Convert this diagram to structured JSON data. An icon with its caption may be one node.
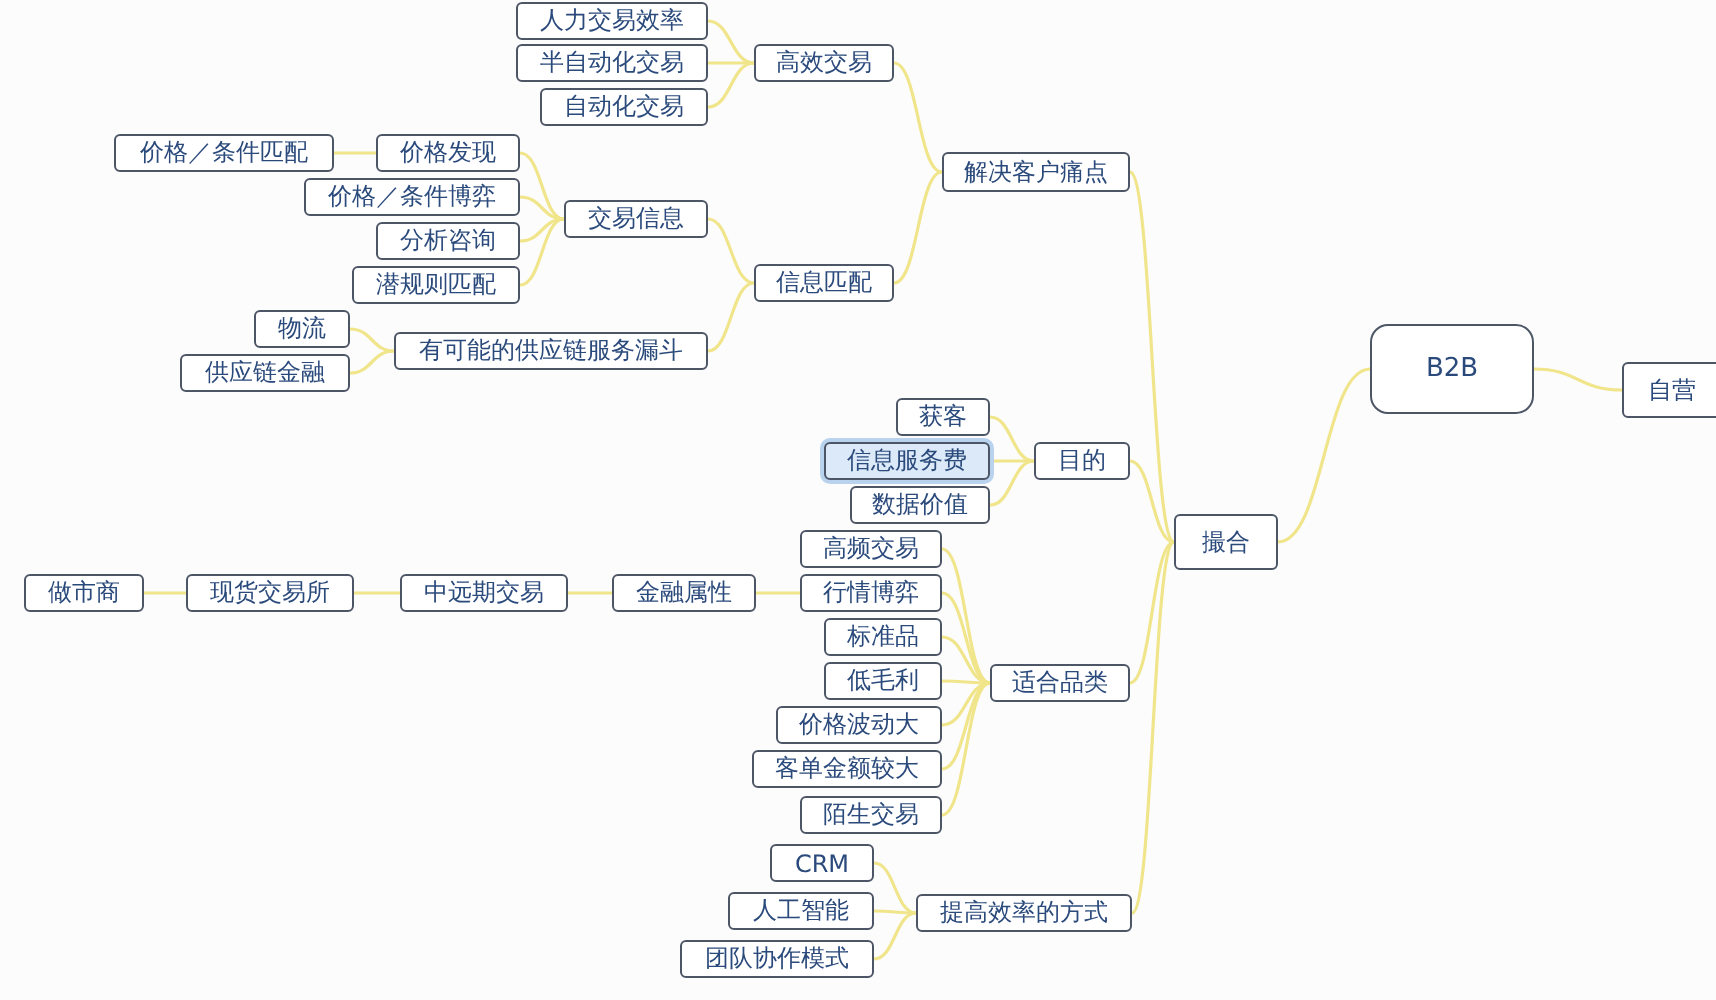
{
  "diagram": {
    "nodes": [
      {
        "text": [
          "B2B"
        ]
      },
      {
        "text": [
          "自营"
        ]
      },
      {
        "text": [
          "撮合"
        ]
      },
      {
        "text": [
          "解决客户痛点"
        ]
      },
      {
        "text": [
          "高效交易"
        ]
      },
      {
        "text": [
          "人力交易效率"
        ]
      },
      {
        "text": [
          "半自动化交易"
        ]
      },
      {
        "text": [
          "自动化交易"
        ]
      },
      {
        "text": [
          "信息匹配"
        ]
      },
      {
        "text": [
          "交易信息"
        ]
      },
      {
        "text": [
          "价格发现"
        ]
      },
      {
        "text": [
          "价格／条件匹配"
        ]
      },
      {
        "text": [
          "价格／条件博弈"
        ]
      },
      {
        "text": [
          "分析咨询"
        ]
      },
      {
        "text": [
          "潜规则匹配"
        ]
      },
      {
        "text": [
          "有可能的供应链服务漏斗"
        ]
      },
      {
        "text": [
          "物流"
        ]
      },
      {
        "text": [
          "供应链金融"
        ]
      },
      {
        "text": [
          "目的"
        ]
      },
      {
        "text": [
          "获客"
        ]
      },
      {
        "text": [
          "信息服务费"
        ]
      },
      {
        "text": [
          "数据价值"
        ]
      },
      {
        "text": [
          "适合品类"
        ]
      },
      {
        "text": [
          "高频交易"
        ]
      },
      {
        "text": [
          "行情博弈"
        ]
      },
      {
        "text": [
          "标准品"
        ]
      },
      {
        "text": [
          "低毛利"
        ]
      },
      {
        "text": [
          "价格波动大"
        ]
      },
      {
        "text": [
          "客单金额较大"
        ]
      },
      {
        "text": [
          "陌生交易"
        ]
      },
      {
        "text": [
          "金融属性"
        ]
      },
      {
        "text": [
          "中远期交易"
        ]
      },
      {
        "text": [
          "现货交易所"
        ]
      },
      {
        "text": [
          "做市商"
        ]
      },
      {
        "text": [
          "提高效率的方式"
        ]
      },
      {
        "text": [
          "CRM"
        ]
      },
      {
        "text": [
          "人工智能"
        ]
      },
      {
        "text": [
          "团队协作模式"
        ]
      }
    ],
    "edges": [
      {
        "from": 0,
        "to": 1,
        "arrow": "none"
      },
      {
        "from": 0,
        "to": 2,
        "arrow": "none"
      },
      {
        "from": 2,
        "to": 3,
        "arrow": "none"
      },
      {
        "from": 2,
        "to": 18,
        "arrow": "none"
      },
      {
        "from": 2,
        "to": 22,
        "arrow": "none"
      },
      {
        "from": 2,
        "to": 34,
        "arrow": "none"
      },
      {
        "from": 3,
        "to": 4,
        "arrow": "none"
      },
      {
        "from": 3,
        "to": 8,
        "arrow": "none"
      },
      {
        "from": 4,
        "to": 5,
        "arrow": "none"
      },
      {
        "from": 4,
        "to": 6,
        "arrow": "none"
      },
      {
        "from": 4,
        "to": 7,
        "arrow": "none"
      },
      {
        "from": 8,
        "to": 9,
        "arrow": "none"
      },
      {
        "from": 8,
        "to": 15,
        "arrow": "none"
      },
      {
        "from": 9,
        "to": 10,
        "arrow": "none"
      },
      {
        "from": 9,
        "to": 12,
        "arrow": "none"
      },
      {
        "from": 9,
        "to": 13,
        "arrow": "none"
      },
      {
        "from": 9,
        "to": 14,
        "arrow": "none"
      },
      {
        "from": 10,
        "to": 11,
        "arrow": "none"
      },
      {
        "from": 15,
        "to": 16,
        "arrow": "none"
      },
      {
        "from": 15,
        "to": 17,
        "arrow": "none"
      },
      {
        "from": 18,
        "to": 19,
        "arrow": "none"
      },
      {
        "from": 18,
        "to": 20,
        "arrow": "none"
      },
      {
        "from": 18,
        "to": 21,
        "arrow": "none"
      },
      {
        "from": 22,
        "to": 23,
        "arrow": "none"
      },
      {
        "from": 22,
        "to": 24,
        "arrow": "none"
      },
      {
        "from": 22,
        "to": 25,
        "arrow": "none"
      },
      {
        "from": 22,
        "to": 26,
        "arrow": "none"
      },
      {
        "from": 22,
        "to": 27,
        "arrow": "none"
      },
      {
        "from": 22,
        "to": 28,
        "arrow": "none"
      },
      {
        "from": 22,
        "to": 29,
        "arrow": "none"
      },
      {
        "from": 24,
        "to": 30,
        "arrow": "none"
      },
      {
        "from": 30,
        "to": 31,
        "arrow": "none"
      },
      {
        "from": 31,
        "to": 32,
        "arrow": "none"
      },
      {
        "from": 32,
        "to": 33,
        "arrow": "none"
      },
      {
        "from": 34,
        "to": 35,
        "arrow": "none"
      },
      {
        "from": 34,
        "to": 36,
        "arrow": "none"
      },
      {
        "from": 34,
        "to": 37,
        "arrow": "none"
      }
    ]
  }
}
